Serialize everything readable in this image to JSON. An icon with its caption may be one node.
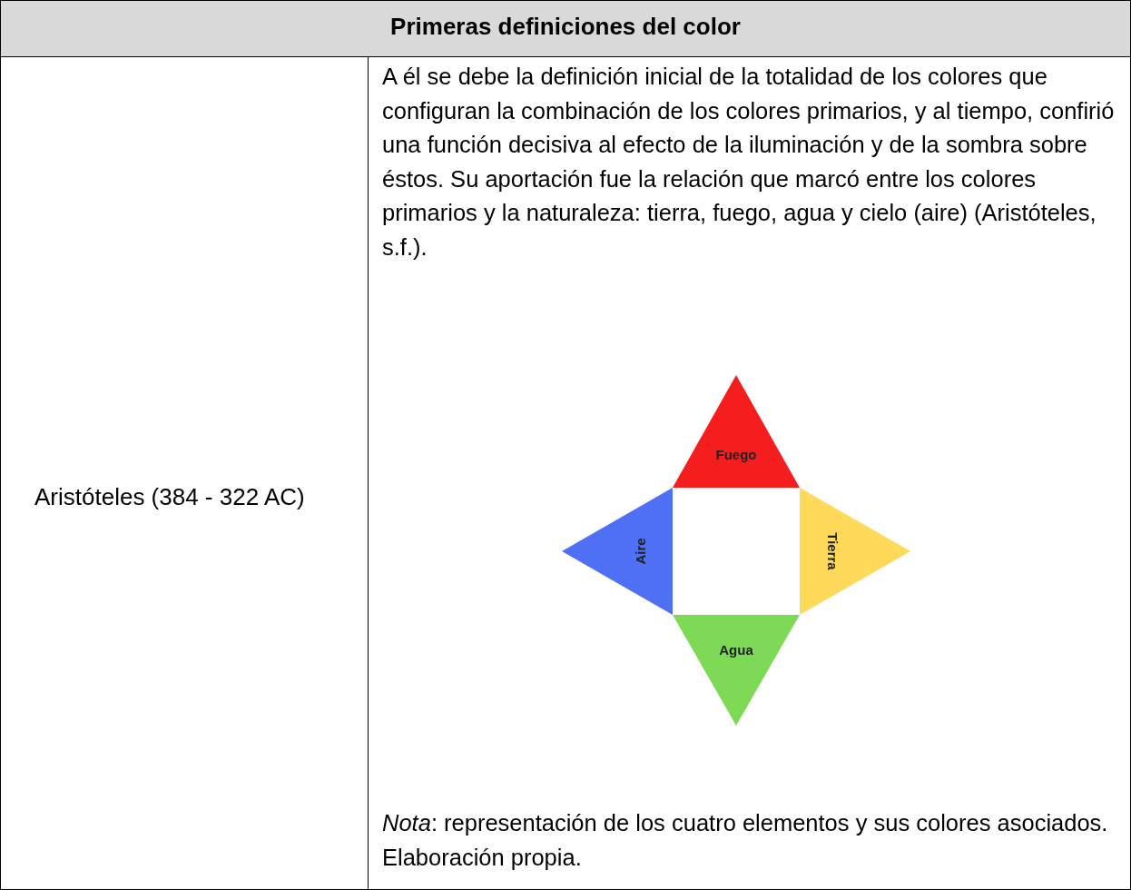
{
  "diagram": {
    "nodes": [
      {
        "text": [
          "Fuego"
        ]
      },
      {
        "text": [
          "Aire"
        ]
      },
      {
        "text": [
          "Tierra"
        ]
      },
      {
        "text": [
          "Agua"
        ]
      }
    ],
    "labels": [
      "Primeras definiciones del color",
      "Aristóteles (384 - 322 AC)",
      "A él se debe la definición inicial de la totalidad de los colores que configuran la combinación de los colores primarios, y al tiempo, confirió una función decisiva al efecto de la iluminación y de la sombra sobre éstos. Su aportación fue la relación que marcó entre los colores primarios y la naturaleza: tierra, fuego, agua y cielo (aire) (Aristóteles, s.f.).",
      "*Nota*: representación de los cuatro elementos y sus colores asociados. Elaboración propia."
    ]
  }
}
